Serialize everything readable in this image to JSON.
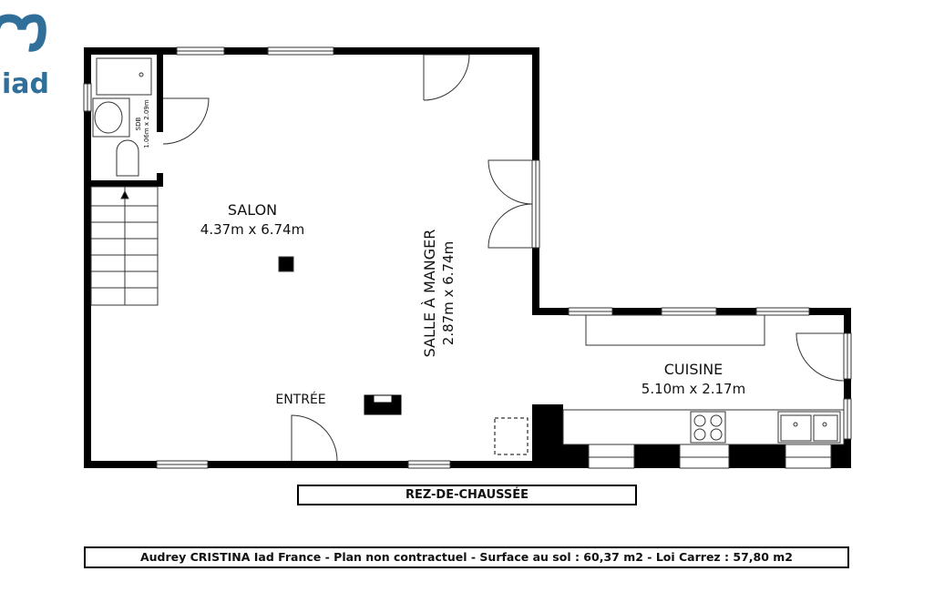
{
  "logo": {
    "text": "iad",
    "color": "#2f6f99"
  },
  "rooms": {
    "sdb": {
      "name": "SDB",
      "size": "1.06m x 2.09m"
    },
    "salon": {
      "name": "SALON",
      "size": "4.37m x 6.74m"
    },
    "salle_a_manger": {
      "name": "SALLE À MANGER",
      "size": "2.87m x 6.74m"
    },
    "entree": {
      "name": "ENTRÉE"
    },
    "cuisine": {
      "name": "CUISINE",
      "size": "5.10m x 2.17m"
    }
  },
  "level_label": "REZ-DE-CHAUSSÉE",
  "footer": "Audrey CRISTINA Iad France - Plan non contractuel - Surface au sol : 60,37 m2 - Loi Carrez : 57,80 m2"
}
